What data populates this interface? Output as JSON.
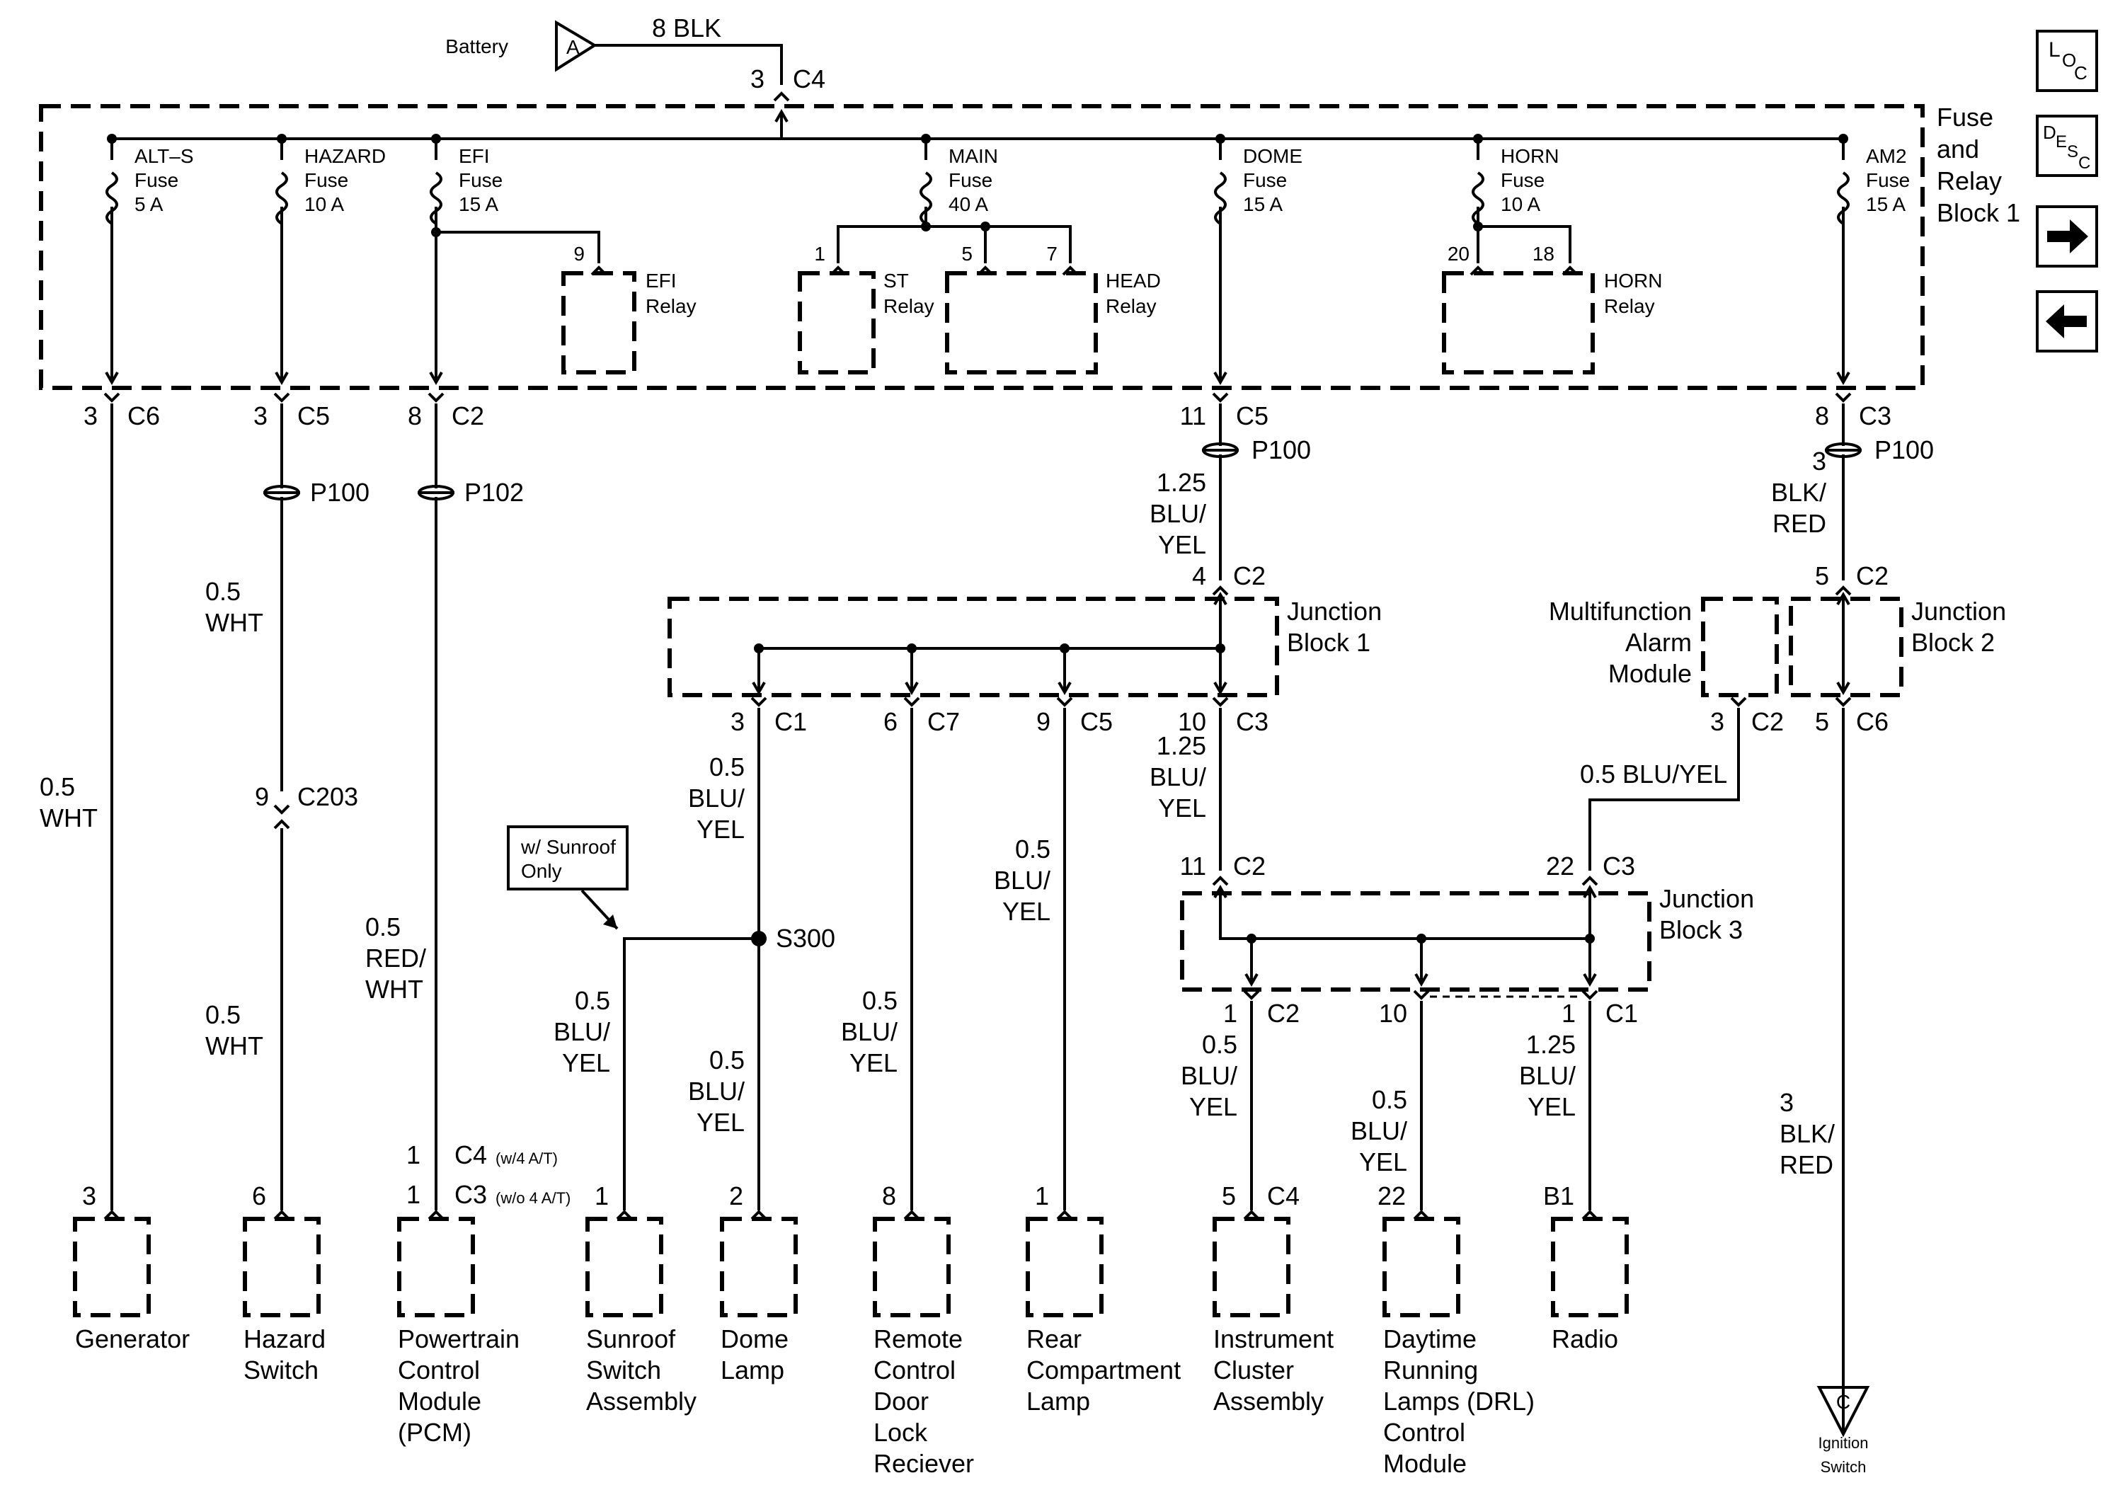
{
  "battery": {
    "label": "Battery",
    "tag": "A",
    "wire": "8 BLK",
    "pin": "3",
    "conn": "C4"
  },
  "fuse_block": {
    "title": [
      "Fuse",
      "and",
      "Relay",
      "Block 1"
    ]
  },
  "fuses": [
    {
      "name": "ALT–S",
      "word": "Fuse",
      "amps": "5 A"
    },
    {
      "name": "HAZARD",
      "word": "Fuse",
      "amps": "10 A"
    },
    {
      "name": "EFI",
      "word": "Fuse",
      "amps": "15 A"
    },
    {
      "name": "MAIN",
      "word": "Fuse",
      "amps": "40 A"
    },
    {
      "name": "DOME",
      "word": "Fuse",
      "amps": "15 A"
    },
    {
      "name": "HORN",
      "word": "Fuse",
      "amps": "10 A"
    },
    {
      "name": "AM2",
      "word": "Fuse",
      "amps": "15 A"
    }
  ],
  "relays": [
    {
      "name": "EFI",
      "word": "Relay",
      "pins": [
        "9"
      ]
    },
    {
      "name": "ST",
      "word": "Relay",
      "pins": [
        "1"
      ]
    },
    {
      "name": "HEAD",
      "word": "Relay",
      "pins": [
        "5",
        "7"
      ]
    },
    {
      "name": "HORN",
      "word": "Relay",
      "pins": [
        "20",
        "18"
      ]
    }
  ],
  "conn_top": [
    {
      "pin": "3",
      "conn": "C6"
    },
    {
      "pin": "3",
      "conn": "C5"
    },
    {
      "pin": "8",
      "conn": "C2"
    },
    {
      "pin": "11",
      "conn": "C5"
    },
    {
      "pin": "8",
      "conn": "C3"
    }
  ],
  "splices": [
    "P100",
    "P102",
    "P100",
    "P100"
  ],
  "wires": {
    "gen": [
      "0.5",
      "WHT"
    ],
    "haz1": [
      "0.5",
      "WHT"
    ],
    "haz2": [
      "0.5",
      "WHT"
    ],
    "pcm": [
      "0.5",
      "RED/",
      "WHT"
    ],
    "dome_feed": [
      "1.25",
      "BLU/",
      "YEL"
    ],
    "am2": [
      "3",
      "BLK/",
      "RED"
    ],
    "c1": [
      "0.5",
      "BLU/",
      "YEL"
    ],
    "sun": [
      "0.5",
      "BLU/",
      "YEL"
    ],
    "dl": [
      "0.5",
      "BLU/",
      "YEL"
    ],
    "rcd": [
      "0.5",
      "BLU/",
      "YEL"
    ],
    "rcl": [
      "0.5",
      "BLU/",
      "YEL"
    ],
    "c3": [
      "1.25",
      "BLU/",
      "YEL"
    ],
    "ic": [
      "0.5",
      "BLU/",
      "YEL"
    ],
    "drl": [
      "0.5",
      "BLU/",
      "YEL"
    ],
    "rad": [
      "1.25",
      "BLU/",
      "YEL"
    ],
    "mam": "0.5 BLU/YEL",
    "ign": [
      "3",
      "BLK/",
      "RED"
    ]
  },
  "c203": {
    "pin": "9",
    "conn": "C203"
  },
  "jb1": {
    "title": [
      "Junction",
      "Block 1"
    ],
    "in": {
      "pin": "4",
      "conn": "C2"
    },
    "outs": [
      {
        "pin": "3",
        "conn": "C1"
      },
      {
        "pin": "6",
        "conn": "C7"
      },
      {
        "pin": "9",
        "conn": "C5"
      },
      {
        "pin": "10",
        "conn": "C3"
      }
    ]
  },
  "jb2": {
    "title": [
      "Junction",
      "Block 2"
    ],
    "in": {
      "pin": "5",
      "conn": "C2"
    },
    "out": {
      "pin": "5",
      "conn": "C6"
    }
  },
  "mam": {
    "title": [
      "Multifunction",
      "Alarm",
      "Module"
    ],
    "out": {
      "pin": "3",
      "conn": "C2"
    }
  },
  "jb3": {
    "title": [
      "Junction",
      "Block 3"
    ],
    "ins": [
      {
        "pin": "11",
        "conn": "C2"
      },
      {
        "pin": "22",
        "conn": "C3"
      }
    ],
    "outs": [
      {
        "pin": "1",
        "conn": "C2"
      },
      {
        "pin": "10",
        "conn": ""
      },
      {
        "pin": "1",
        "conn": "C1"
      }
    ]
  },
  "s300": "S300",
  "note": [
    "w/ Sunroof",
    "Only"
  ],
  "pcm_conns": [
    {
      "pin": "1",
      "conn": "C4",
      "note": "(w/4 A/T)"
    },
    {
      "pin": "1",
      "conn": "C3",
      "note": "(w/o 4 A/T)"
    }
  ],
  "components": [
    {
      "pin": "3",
      "conn": "",
      "name": [
        "Generator"
      ]
    },
    {
      "pin": "6",
      "conn": "",
      "name": [
        "Hazard",
        "Switch"
      ]
    },
    {
      "pin": "",
      "conn": "",
      "name": [
        "Powertrain",
        "Control",
        "Module",
        "(PCM)"
      ]
    },
    {
      "pin": "1",
      "conn": "",
      "name": [
        "Sunroof",
        "Switch",
        "Assembly"
      ]
    },
    {
      "pin": "2",
      "conn": "",
      "name": [
        "Dome",
        "Lamp"
      ]
    },
    {
      "pin": "8",
      "conn": "",
      "name": [
        "Remote",
        "Control",
        "Door",
        "Lock",
        "Reciever"
      ]
    },
    {
      "pin": "1",
      "conn": "",
      "name": [
        "Rear",
        "Compartment",
        "Lamp"
      ]
    },
    {
      "pin": "5",
      "conn": "C4",
      "name": [
        "Instrument",
        "Cluster",
        "Assembly"
      ]
    },
    {
      "pin": "22",
      "conn": "",
      "name": [
        "Daytime",
        "Running",
        "Lamps (DRL)",
        "Control",
        "Module"
      ]
    },
    {
      "pin": "B1",
      "conn": "",
      "name": [
        "Radio"
      ]
    }
  ],
  "ignition": {
    "tag": "C",
    "name": [
      "Ignition",
      "Switch"
    ]
  },
  "nav": {
    "loc": [
      "L",
      "O",
      "C"
    ],
    "desc": [
      "D",
      "E",
      "S",
      "C"
    ],
    "next": "→",
    "prev": "←"
  }
}
